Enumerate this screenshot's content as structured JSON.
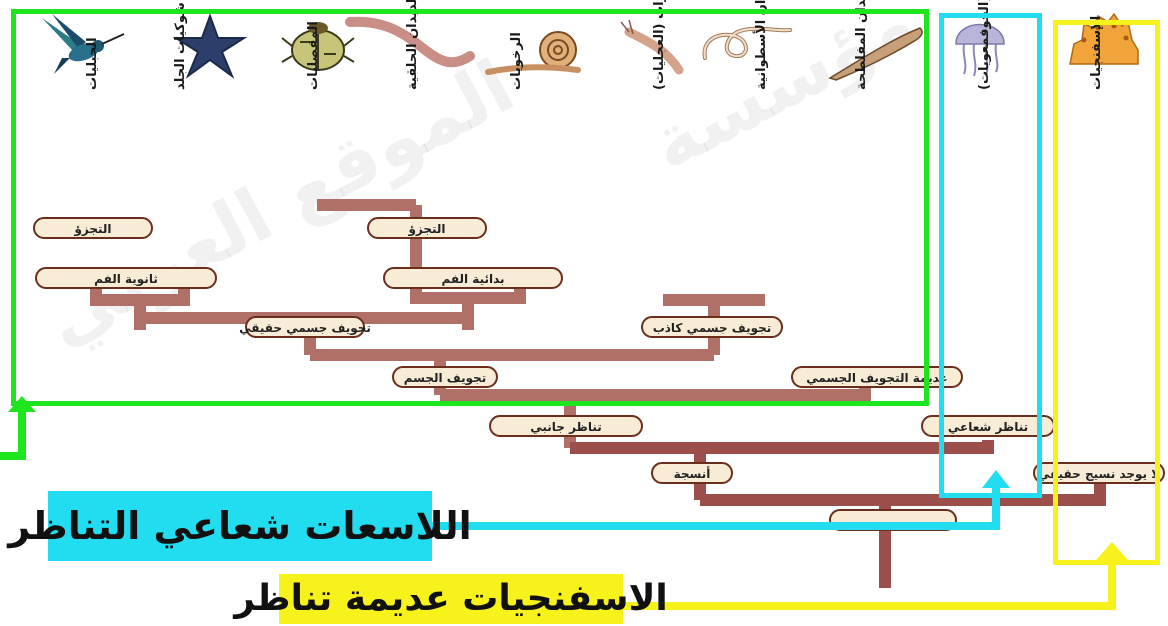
{
  "colors": {
    "branch_dark": "#8a3a3a",
    "branch_light": "#e2b6a4",
    "label_fill": "#f8ecd6",
    "label_border": "#6a2e1c",
    "green_frame": "#1ee61e",
    "cyan_frame": "#22dcf0",
    "yellow_frame": "#f7f21c",
    "arrow_green": "#1ee61e",
    "arrow_cyan": "#22dcf0",
    "arrow_yellow": "#f7f21c"
  },
  "taxa": [
    {
      "name": "الحبليات",
      "icon": "hummingbird-icon"
    },
    {
      "name": "شوكيات الجلد",
      "icon": "starfish-icon"
    },
    {
      "name": "المفصليات",
      "icon": "beetle-icon"
    },
    {
      "name": "الديدان الحلقية",
      "icon": "earthworm-icon"
    },
    {
      "name": "الرخويات",
      "icon": "snail-icon"
    },
    {
      "name": "الدوارات (العجليات)",
      "icon": "rotifer-icon"
    },
    {
      "name": "الديدان الأسطوانية",
      "icon": "roundworm-icon"
    },
    {
      "name": "الديدان المفلطحة",
      "icon": "flatworm-icon"
    },
    {
      "name": "اللاسعات (الجوفمعويات)",
      "icon": "jellyfish-icon"
    },
    {
      "name": "الإسفنجيات",
      "icon": "sponge-icon"
    }
  ],
  "nodes": {
    "segmentation_left": "التجزؤ",
    "deuterostome": "ثانوية الفم",
    "segmentation_mid": "التجزؤ",
    "protostome": "بدائية الفم",
    "true_coelom": "تجويف جسمي حقيقي",
    "pseudocoelom": "تجويف جسمي كاذب",
    "body_cavity": "تجويف الجسم",
    "acoelom": "عديمة التجويف الجسمي",
    "bilateral": "تناظر جانبي",
    "radial": "تناظر شعاعي",
    "tissues": "أنسجة",
    "no_tissues": "لا يوجد نسيج حقيقي",
    "root": ""
  },
  "watermark": {
    "line1": "الموقع العربي",
    "line2": "مؤسسة"
  },
  "captions": {
    "cnidaria": "اللاسعات شعاعي التناظر",
    "sponges": "الاسفنجيات عديمة تناظر"
  }
}
